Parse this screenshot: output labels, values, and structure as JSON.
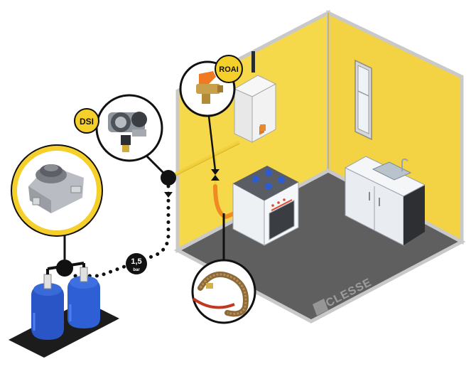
{
  "labels": {
    "dsi": "DSI",
    "roai": "ROAI",
    "pressure_value": "1,5",
    "pressure_unit": "bar"
  },
  "brand": {
    "name": "CLESSE"
  },
  "colors": {
    "wall_yellow": "#f6d84b",
    "wall_yellow_dark": "#e9c53c",
    "floor_gray": "#5f5f5f",
    "pipe_yellow": "#f2d03b",
    "hose_orange": "#f28a22",
    "cylinder_blue": "#2f5fd4",
    "badge_yellow": "#f5cf2a",
    "base_black": "#1c1c1c"
  },
  "icons": [
    "dsi-regulator-icon",
    "roai-valve-icon",
    "regulator-closeup-icon",
    "flexible-hose-icon",
    "gas-cylinder-icon",
    "boiler-icon",
    "gas-cooker-icon",
    "sink-cabinet-icon",
    "window-icon"
  ]
}
